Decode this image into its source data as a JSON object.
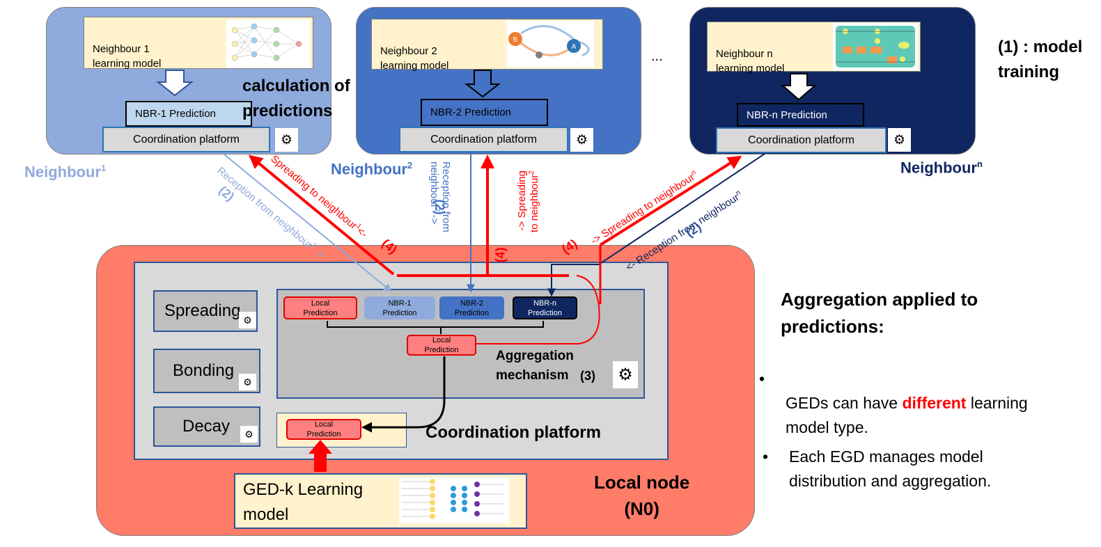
{
  "neighbours": [
    {
      "model_label": "Neighbour 1\nlearning model",
      "prediction": "NBR-1 Prediction",
      "platform": "Coordination platform",
      "name": "Neighbour",
      "sup": "1"
    },
    {
      "model_label": "Neighbour 2\nlearning model",
      "prediction": "NBR-2 Prediction",
      "platform": "Coordination platform",
      "name": "Neighbour",
      "sup": "2"
    },
    {
      "model_label": "Neighbour n\nlearning model",
      "prediction": "NBR-n Prediction",
      "platform": "Coordination platform",
      "name": "Neighbour",
      "sup": "n"
    }
  ],
  "ellipsis": "...",
  "calc_label": "calculation of\npredictions",
  "model_training": "(1) : model\ntraining",
  "arrows": {
    "reception1": "Reception from neighbour",
    "reception1_sup": "1",
    "reception1_tail": " ->",
    "spreading1": "Spreading to neighbour",
    "spreading1_sup": "1",
    "spreading1_tail": "<-",
    "reception2": "Reception from",
    "reception2_b": "neighbour",
    "reception2_sup": "2",
    "reception2_tail": " ->",
    "spreading2": "-> Spreading",
    "spreading2_b": "to neighbour",
    "spreading2_sup": "2",
    "spreadingn": "-> Spreading to neighbour",
    "spreadingn_sup": "n",
    "receptionn": "<- Reception from neighbour",
    "receptionn_sup": "n",
    "step2": "(2)",
    "step4": "(4)"
  },
  "local": {
    "mechanisms": [
      "Spreading",
      "Bonding",
      "Decay"
    ],
    "predictions": [
      "Local\nPrediction",
      "NBR-1\nPrediction",
      "NBR-2\nPrediction",
      "NBR-n\nPrediction"
    ],
    "aggregated": "Local\nPrediction",
    "final": "Local\nPrediction",
    "aggregation_label": "Aggregation\nmechanism",
    "aggregation_step": "(3)",
    "coordination_label": "Coordination platform",
    "ged_label": "GED-k Learning\nmodel",
    "node_label": "Local node\n(N0)"
  },
  "right_panel": {
    "title": "Aggregation applied to\npredictions:",
    "bullet1_pre": "GEDs can have ",
    "bullet1_em": "different",
    "bullet1_post": " learning\nmodel type.",
    "bullet2": "Each EGD manages model\ndistribution and aggregation.",
    "bullet_symbol": "•"
  },
  "colors": {
    "n1": "#8faadc",
    "n2": "#4472c4",
    "nn": "#0f2660",
    "local": "#ff7c69",
    "red": "#ff0000",
    "model": "#fff2cc"
  },
  "icons": {
    "gear": "gear-icon",
    "nn_thumbnail": "neural-network-icon",
    "markov_thumbnail": "state-graph-icon",
    "lstm_thumbnail": "lstm-cell-icon"
  }
}
